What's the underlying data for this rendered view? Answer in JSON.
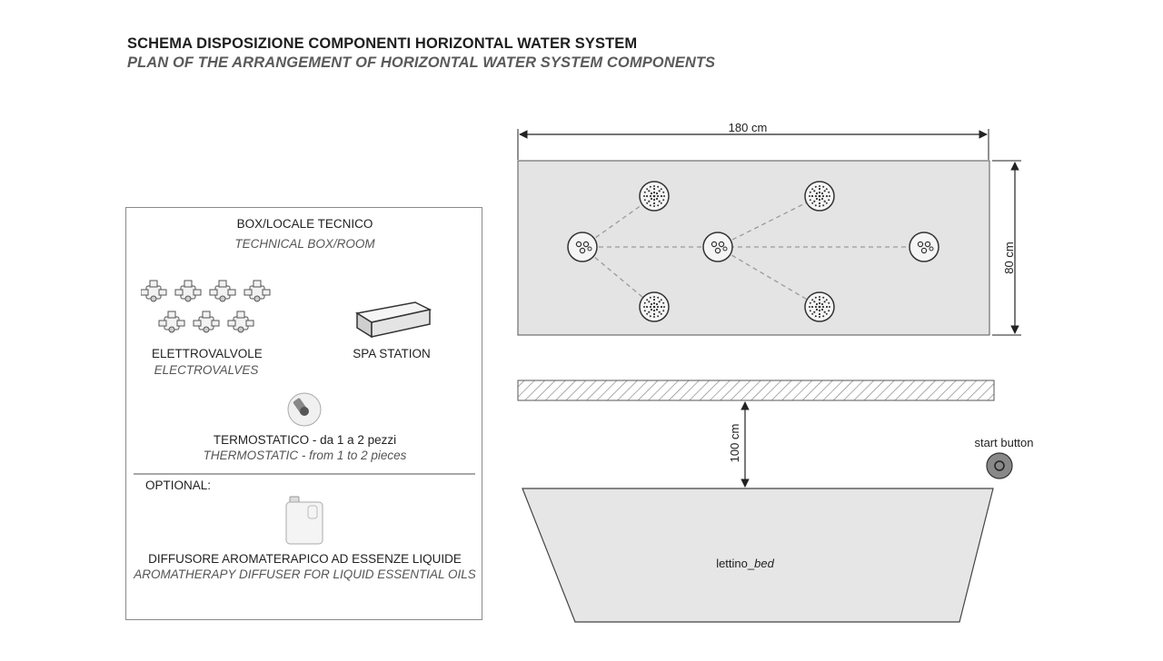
{
  "header": {
    "title_it": "SCHEMA DISPOSIZIONE COMPONENTI HORIZONTAL WATER SYSTEM",
    "title_en": "PLAN OF THE ARRANGEMENT OF HORIZONTAL WATER SYSTEM COMPONENTS"
  },
  "technical_box": {
    "title_it": "BOX/LOCALE TECNICO",
    "title_en": "TECHNICAL BOX/ROOM",
    "electrovalves": {
      "label_it": "ELETTROVALVOLE",
      "label_en": "ELECTROVALVES"
    },
    "spa_station": {
      "label": "SPA STATION"
    },
    "thermostatic": {
      "label_it": "TERMOSTATICO - da 1 a  2 pezzi",
      "label_en": "THERMOSTATIC - from 1 to 2 pieces"
    },
    "optional": {
      "label": "OPTIONAL:",
      "diffuser_it": "DIFFUSORE AROMATERAPICO AD ESSENZE LIQUIDE",
      "diffuser_en": "AROMATHERAPY DIFFUSER FOR LIQUID ESSENTIAL OILS"
    }
  },
  "layout_plan": {
    "width_label": "180 cm",
    "depth_label": "80 cm",
    "distance_label": "100 cm",
    "start_button_label": "start button",
    "bed_label_it": "lettino_",
    "bed_label_en": "bed",
    "colors": {
      "panel": "#e4e4e4",
      "bed": "#e6e6e6",
      "line": "#444444",
      "dash": "#9a9a9a"
    }
  }
}
